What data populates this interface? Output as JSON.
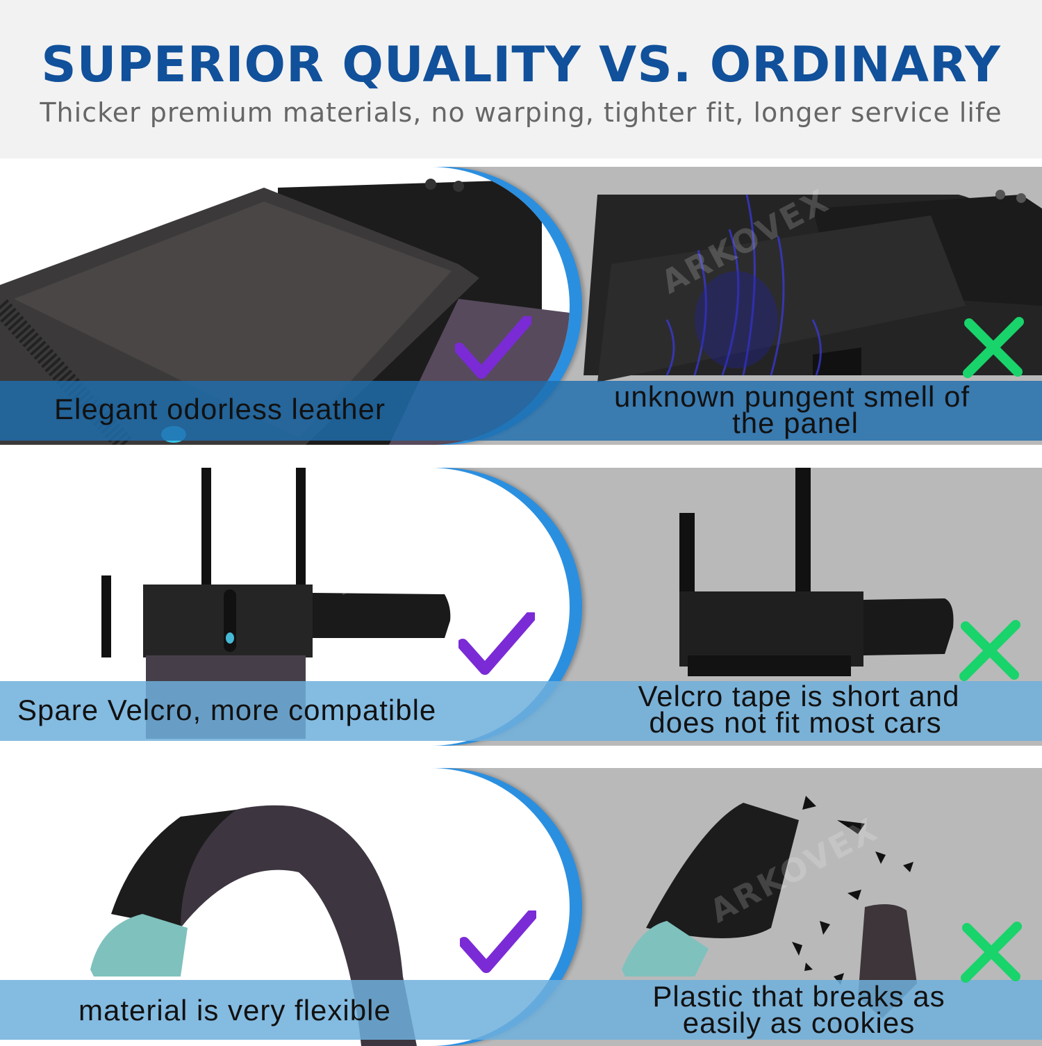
{
  "header": {
    "title": "SUPERIOR QUALITY VS. ORDINARY",
    "subtitle": "Thicker premium materials, no warping, tighter fit, longer service life"
  },
  "comparisons": [
    {
      "good_caption": "Elegant odorless leather",
      "bad_caption_line1": "unknown pungent smell of",
      "bad_caption_line2": "the panel"
    },
    {
      "good_caption": "Spare Velcro, more compatible",
      "bad_caption_line1": "Velcro tape is short and",
      "bad_caption_line2": "does not fit most cars"
    },
    {
      "good_caption": "material is very flexible",
      "bad_caption_line1": "Plastic that breaks as",
      "bad_caption_line2": "easily as cookies"
    }
  ],
  "watermark_text": "ARKOVEX",
  "colors": {
    "title": "#11509a",
    "subtitle": "#666666",
    "accent_arc": "#2b8fe0",
    "check": "#7a2bd6",
    "cross": "#19d36b"
  },
  "icons": [
    "check-icon",
    "cross-icon"
  ]
}
